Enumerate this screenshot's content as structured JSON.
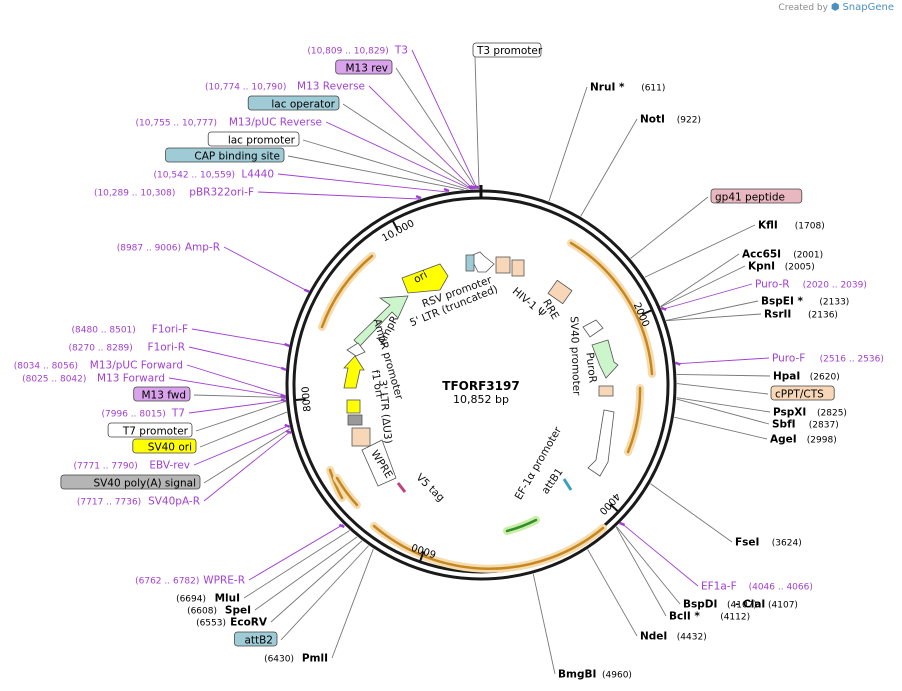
{
  "credit": {
    "prefix": "Created by",
    "brand": "SnapGene"
  },
  "plasmid": {
    "name": "TFORF3197",
    "size": "10,852 bp",
    "total_bp": 10852
  },
  "colors": {
    "purple": "#a23fd3",
    "orange": "#c8861f",
    "feature_green": "#6aba3a",
    "lac_blue": "#9ecbd6",
    "yellow": "#ffff00",
    "peach": "#f8d7b8",
    "pink": "#e9b7bf",
    "magenta": "#d9a3ec",
    "gray": "#b5b5b5"
  },
  "ticks": [
    {
      "label": "2000",
      "bp": 2000
    },
    {
      "label": "4000",
      "bp": 4000
    },
    {
      "label": "6000",
      "bp": 6000
    },
    {
      "label": "8000",
      "bp": 8000
    },
    {
      "label": "10,000",
      "bp": 10000
    }
  ],
  "left_labels": [
    {
      "range": "(10,809 .. 10,829)",
      "name": "T3",
      "kind": "primer",
      "bp": 10819
    },
    {
      "range": "",
      "name": "M13 rev",
      "kind": "box",
      "box": "magenta",
      "bp": 10811
    },
    {
      "range": "(10,774 .. 10,790)",
      "name": "M13 Reverse",
      "kind": "primer",
      "bp": 10782
    },
    {
      "range": "",
      "name": "lac operator",
      "kind": "box",
      "box": "lac_blue",
      "bp": 10775
    },
    {
      "range": "(10,755 .. 10,777)",
      "name": "M13/pUC Reverse",
      "kind": "primer",
      "bp": 10766
    },
    {
      "range": "",
      "name": "lac promoter",
      "kind": "box",
      "box": "white",
      "bp": 10740
    },
    {
      "range": "",
      "name": "CAP binding site",
      "kind": "box",
      "box": "lac_blue",
      "bp": 10700
    },
    {
      "range": "(10,542 .. 10,559)",
      "name": "L4440",
      "kind": "primer",
      "bp": 10550
    },
    {
      "range": "(10,289 .. 10,308)",
      "name": "pBR322ori-F",
      "kind": "primer",
      "bp": 10298
    },
    {
      "range": "(8987 .. 9006)",
      "name": "Amp-R",
      "kind": "primer",
      "bp": 8996
    },
    {
      "range": "(8480 .. 8501)",
      "name": "F1ori-F",
      "kind": "primer",
      "bp": 8490
    },
    {
      "range": "(8270 .. 8289)",
      "name": "F1ori-R",
      "kind": "primer",
      "bp": 8280
    },
    {
      "range": "(8034 .. 8056)",
      "name": "M13/pUC Forward",
      "kind": "primer",
      "bp": 8045
    },
    {
      "range": "(8025 .. 8042)",
      "name": "M13 Forward",
      "kind": "primer",
      "bp": 8033
    },
    {
      "range": "",
      "name": "M13 fwd",
      "kind": "box",
      "box": "magenta",
      "bp": 8028
    },
    {
      "range": "(7996 .. 8015)",
      "name": "T7",
      "kind": "primer",
      "bp": 8005
    },
    {
      "range": "",
      "name": "T7 promoter",
      "kind": "box",
      "box": "white",
      "bp": 7995
    },
    {
      "range": "",
      "name": "SV40 ori",
      "kind": "box",
      "box": "yellow",
      "bp": 7900
    },
    {
      "range": "(7771 .. 7790)",
      "name": "EBV-rev",
      "kind": "primer",
      "bp": 7780
    },
    {
      "range": "",
      "name": "SV40 poly(A) signal",
      "kind": "box",
      "box": "gray",
      "bp": 7750
    },
    {
      "range": "(7717 .. 7736)",
      "name": "SV40pA-R",
      "kind": "primer",
      "bp": 7726
    },
    {
      "range": "(6762 .. 6782)",
      "name": "WPRE-R",
      "kind": "primer",
      "bp": 6772
    },
    {
      "range": "(6694)",
      "name": "MluI",
      "kind": "site",
      "bp": 6694
    },
    {
      "range": "(6608)",
      "name": "SpeI",
      "kind": "site",
      "bp": 6608
    },
    {
      "range": "(6553)",
      "name": "EcoRV",
      "kind": "site",
      "bp": 6553
    },
    {
      "range": "",
      "name": "attB2",
      "kind": "box",
      "box": "lac_blue",
      "bp": 6480
    },
    {
      "range": "(6430)",
      "name": "PmlI",
      "kind": "site",
      "bp": 6430
    }
  ],
  "top_box": {
    "name": "T3 promoter",
    "bp": 10835
  },
  "right_labels": [
    {
      "name": "NruI",
      "star": true,
      "range": "(611)",
      "kind": "site",
      "bp": 611
    },
    {
      "name": "NotI",
      "star": false,
      "range": "(922)",
      "kind": "site",
      "bp": 922
    },
    {
      "name": "gp41 peptide",
      "star": false,
      "range": "",
      "kind": "box",
      "box": "pink",
      "bp": 1500
    },
    {
      "name": "KflI",
      "star": false,
      "range": "(1708)",
      "kind": "site",
      "bp": 1708
    },
    {
      "name": "Acc65I",
      "star": false,
      "range": "(2001)",
      "kind": "site",
      "bp": 2001
    },
    {
      "name": "KpnI",
      "star": false,
      "range": "(2005)",
      "kind": "site",
      "bp": 2005
    },
    {
      "name": "Puro-R",
      "star": false,
      "range": "(2020 .. 2039)",
      "kind": "primer",
      "bp": 2030
    },
    {
      "name": "BspEI",
      "star": true,
      "range": "(2133)",
      "kind": "site",
      "bp": 2133
    },
    {
      "name": "RsrII",
      "star": false,
      "range": "(2136)",
      "kind": "site",
      "bp": 2136
    },
    {
      "name": "Puro-F",
      "star": false,
      "range": "(2516 .. 2536)",
      "kind": "primer",
      "bp": 2526
    },
    {
      "name": "HpaI",
      "star": false,
      "range": "(2620)",
      "kind": "site",
      "bp": 2620
    },
    {
      "name": "cPPT/CTS",
      "star": false,
      "range": "",
      "kind": "box",
      "box": "peach",
      "bp": 2700
    },
    {
      "name": "PspXI",
      "star": false,
      "range": "(2825)",
      "kind": "site",
      "bp": 2825
    },
    {
      "name": "SbfI",
      "star": false,
      "range": "(2837)",
      "kind": "site",
      "bp": 2837
    },
    {
      "name": "AgeI",
      "star": false,
      "range": "(2998)",
      "kind": "site",
      "bp": 2998
    },
    {
      "name": "FseI",
      "star": false,
      "range": "(3624)",
      "kind": "site",
      "bp": 3624
    },
    {
      "name": "EF1a-F",
      "star": false,
      "range": "(4046 .. 4066)",
      "kind": "primer",
      "bp": 4056
    },
    {
      "name": "BspDI",
      "star": false,
      "range": "(4107)",
      "kind": "site",
      "bp": 4107
    },
    {
      "name": "ClaI",
      "star": false,
      "range": "(4107)",
      "kind": "site",
      "bp": 4107
    },
    {
      "name": "BclI",
      "star": true,
      "range": "(4112)",
      "kind": "site",
      "bp": 4112
    },
    {
      "name": "NdeI",
      "star": false,
      "range": "(4432)",
      "kind": "site",
      "bp": 4432
    },
    {
      "name": "BmgBI",
      "star": false,
      "range": "(4960)",
      "kind": "site",
      "bp": 4960
    }
  ],
  "inner_labels": [
    "RSV promoter",
    "5' LTR (truncated)",
    "HIV-1 Ψ",
    "RRE",
    "ori",
    "AmpR",
    "AmpR promoter",
    "f1 ori",
    "3' LTR (ΔU3)",
    "WPRE",
    "V5 tag",
    "PuroR",
    "SV40 promoter",
    "EF-1α promoter",
    "attB1"
  ]
}
